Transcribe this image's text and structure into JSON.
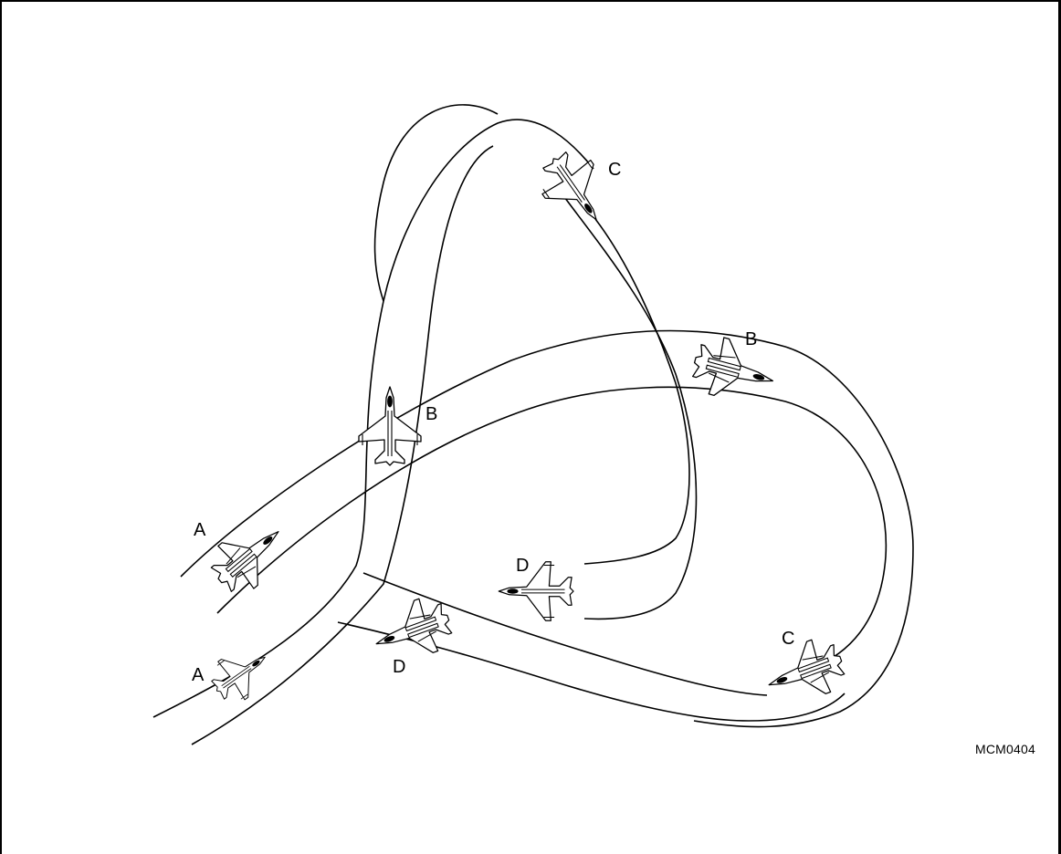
{
  "figure": {
    "id": "MCM0404"
  },
  "labels": {
    "a1": "A",
    "a2": "A",
    "b1": "B",
    "b2": "B",
    "c1": "C",
    "c2": "C",
    "d1": "D",
    "d2": "D"
  },
  "icons": {
    "aircraft": "fighter-jet-icon"
  }
}
